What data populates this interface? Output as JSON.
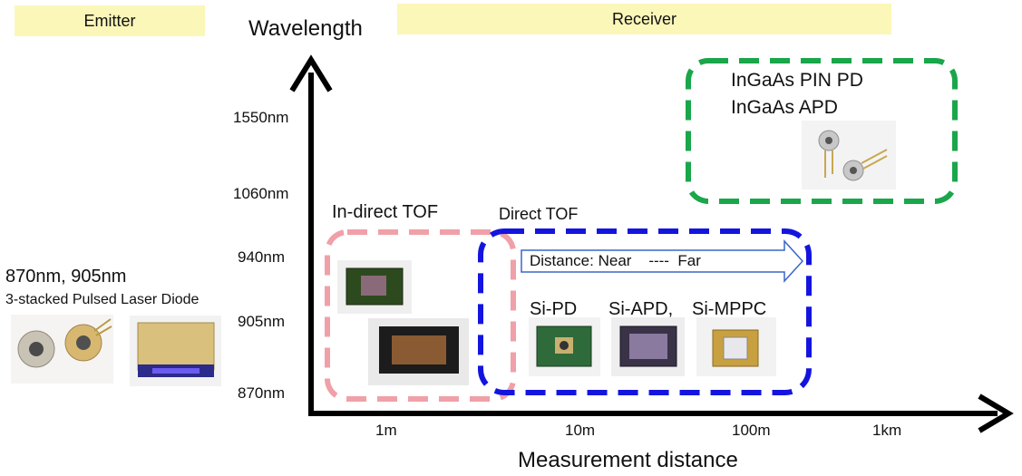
{
  "banners": {
    "emitter": "Emitter",
    "receiver": "Receiver"
  },
  "axes": {
    "y_title": "Wavelength",
    "x_title": "Measurement distance",
    "y_ticks": [
      "1550nm",
      "1060nm",
      "940nm",
      "905nm",
      "870nm"
    ],
    "x_ticks": [
      "1m",
      "10m",
      "100m",
      "1km"
    ]
  },
  "emitter": {
    "wavelengths": "870nm, 905nm",
    "device": "3-stacked Pulsed Laser Diode"
  },
  "ingaas": {
    "line1": "InGaAs PIN PD",
    "line2": "InGaAs APD"
  },
  "indirect_tof": {
    "label": "In-direct TOF"
  },
  "direct_tof": {
    "label": "Direct TOF",
    "distance_arrow": "Distance: Near    ----  Far",
    "sensors": [
      "Si-PD",
      "Si-APD,",
      "Si-MPPC"
    ]
  },
  "colors": {
    "green_box": "#1aa64a",
    "pink_box": "#f0a0a8",
    "blue_box": "#1414e0",
    "banner": "#fbf7b9"
  }
}
